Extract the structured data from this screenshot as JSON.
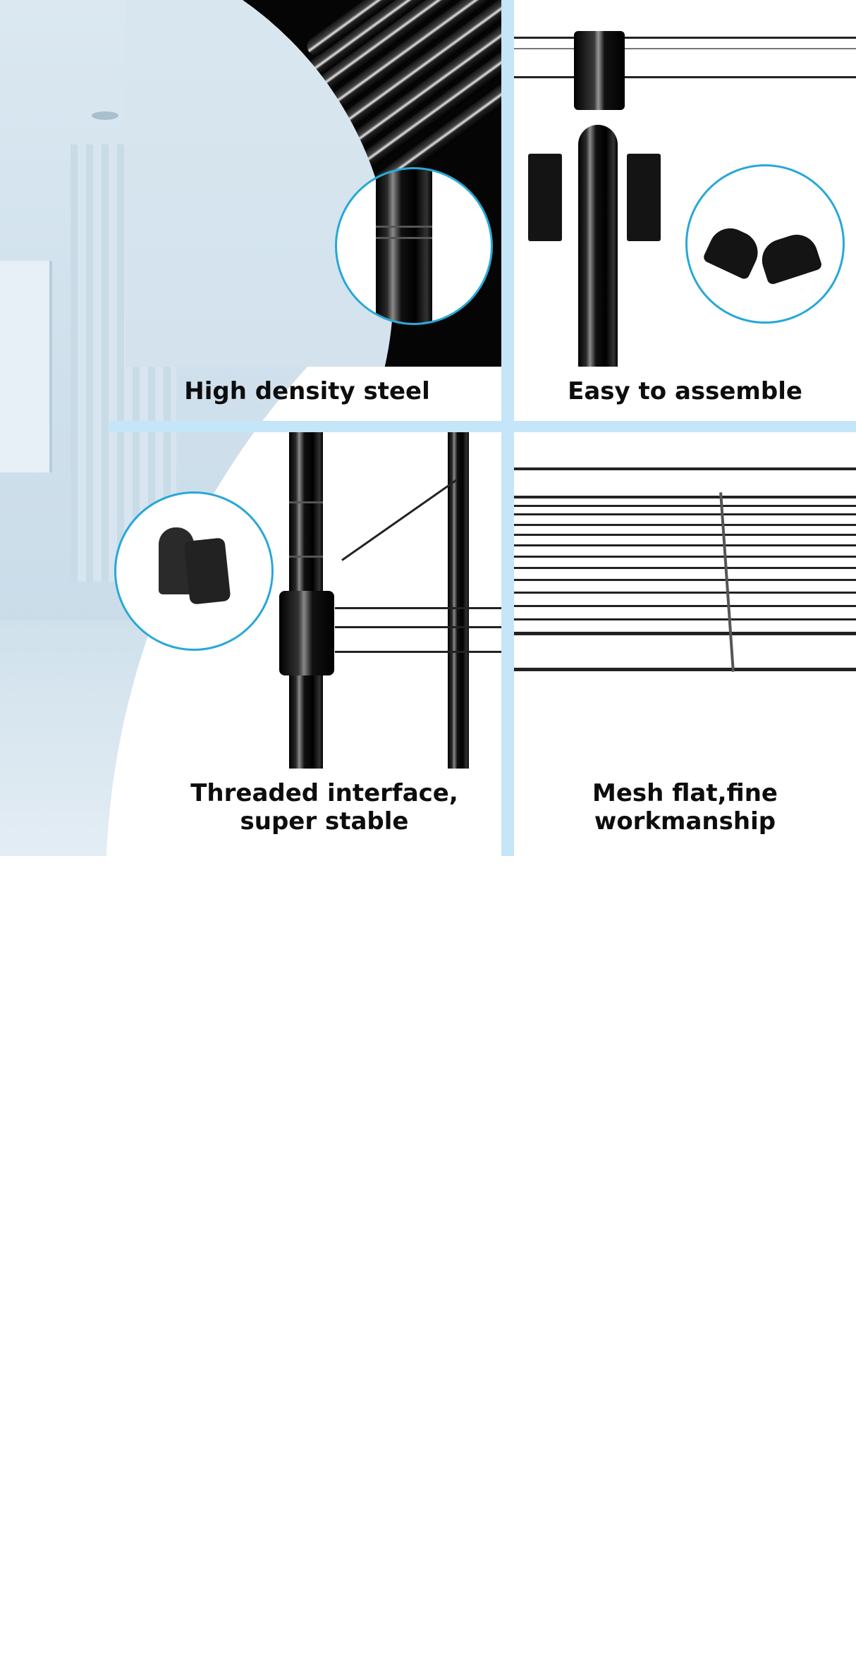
{
  "panels": [
    {
      "id": "high-density-steel",
      "caption": "High density steel",
      "icon": "steel-tubes-closeup",
      "zoom_circle": "pole-ring-detail"
    },
    {
      "id": "easy-to-assemble",
      "caption": "Easy to assemble",
      "icon": "pole-and-clips",
      "zoom_circle": "split-sleeve-clips"
    },
    {
      "id": "threaded-interface",
      "caption_line1": "Threaded interface,",
      "caption_line2": "super stable",
      "icon": "pole-collar-joint",
      "zoom_circle": "sleeve-connector"
    },
    {
      "id": "mesh-flat",
      "caption_line1": "Mesh flat,fine",
      "caption_line2": "workmanship",
      "icon": "wire-mesh-shelf"
    }
  ],
  "colors": {
    "divider": "#c5e5f9",
    "circle_border": "#27a8d8",
    "text": "#0d0d0d",
    "product": "#050505"
  }
}
